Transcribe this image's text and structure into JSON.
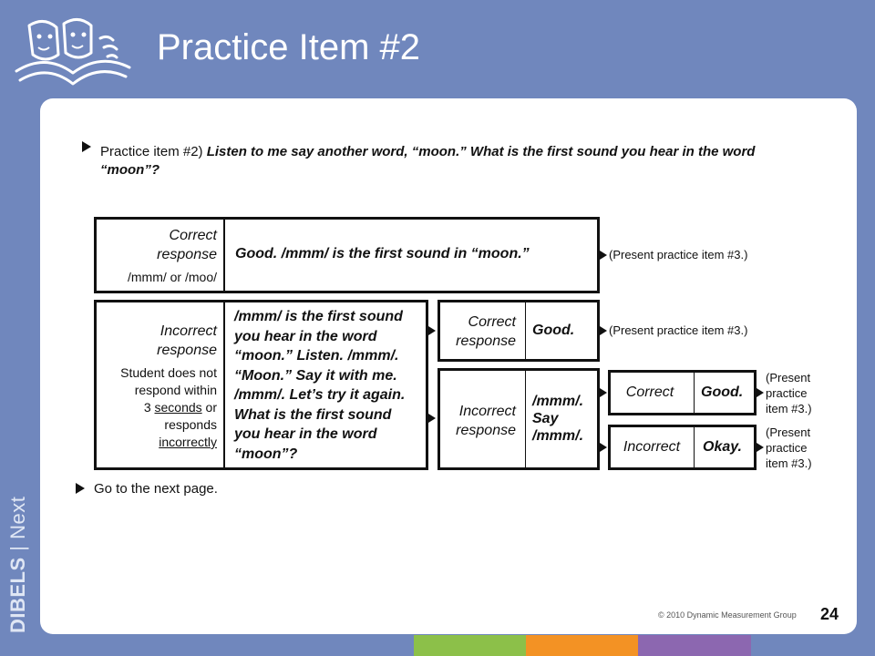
{
  "slide": {
    "title": "Practice Item #2",
    "brand": {
      "bold": "DIBELS",
      "rest": "Next",
      "separator": "|"
    },
    "page_number": "24",
    "copyright": "© 2010 Dynamic Measurement Group"
  },
  "intro": {
    "label": "Practice item #2)",
    "instruction": "Listen to me say another word, “moon.” What is the first sound you hear in the word “moon”?"
  },
  "correct_row": {
    "label_line1": "Correct",
    "label_line2": "response",
    "example": "/mmm/ or /moo/",
    "reply": "Good. /mmm/ is the first sound in “moon.”",
    "next": "(Present practice item #3.)"
  },
  "incorrect_row": {
    "label_line1": "Incorrect",
    "label_line2": "response",
    "desc_line1": "Student does not",
    "desc_line2": "respond within",
    "desc_line3_pre": "3 ",
    "desc_line3_u": "seconds",
    "desc_line3_post": " or",
    "desc_line4": "responds",
    "desc_line5_u": "incorrectly",
    "correction": [
      "/mmm/ is the first sound",
      "you hear in the word",
      "“moon.” Listen. /mmm/.",
      "“Moon.” Say it with me.",
      "/mmm/. Let’s try it again.",
      "What is the first sound",
      "you hear in the word",
      "“moon”?"
    ],
    "retry_correct": {
      "label_line1": "Correct",
      "label_line2": "response",
      "reply": "Good.",
      "next": "(Present practice item #3.)"
    },
    "retry_incorrect": {
      "label_line1": "Incorrect",
      "label_line2": "response",
      "reply_lines": [
        "/mmm/.",
        "Say",
        "/mmm/."
      ],
      "final_correct": {
        "label": "Correct",
        "reply": "Good.",
        "next_lines": [
          "(Present",
          "practice",
          "item #3.)"
        ]
      },
      "final_incorrect": {
        "label": "Incorrect",
        "reply": "Okay.",
        "next_lines": [
          "(Present",
          "practice",
          "item #3.)"
        ]
      }
    }
  },
  "go_next": "Go to the next page.",
  "colors": {
    "background": "#7087bd",
    "card": "#ffffff",
    "strip_green": "#8cc049",
    "strip_orange": "#f39224",
    "strip_purple": "#8c67b0"
  },
  "icons": [
    "dibels-logo-icon",
    "arrow-right-icon"
  ]
}
